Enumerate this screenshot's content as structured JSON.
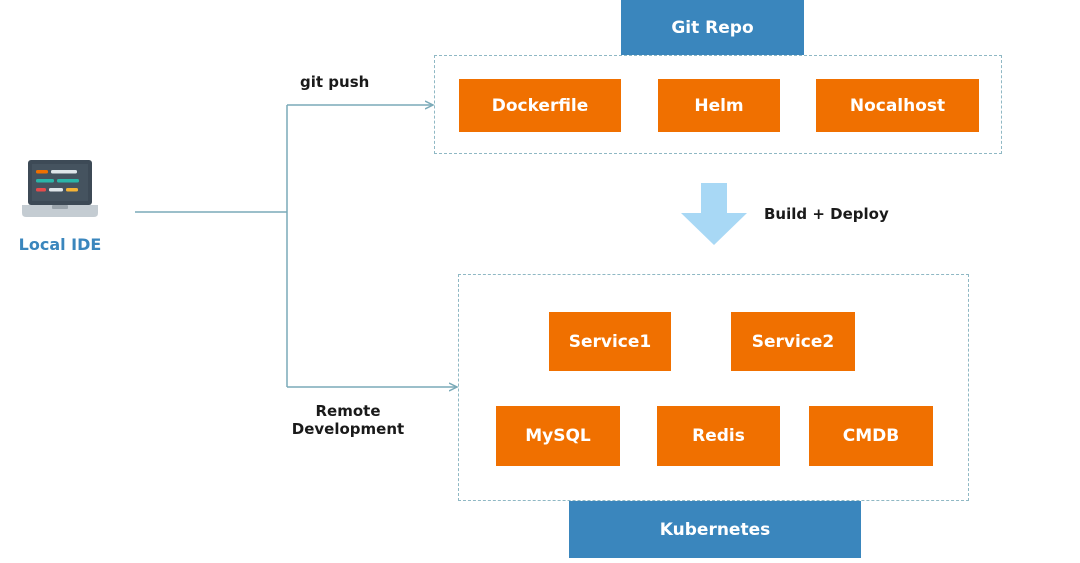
{
  "local_ide": {
    "label": "Local IDE",
    "icon": "laptop-code-icon"
  },
  "git_repo": {
    "title": "Git Repo",
    "items": [
      "Dockerfile",
      "Helm",
      "Nocalhost"
    ]
  },
  "kubernetes": {
    "title": "Kubernetes",
    "services_row": [
      "Service1",
      "Service2"
    ],
    "data_row": [
      "MySQL",
      "Redis",
      "CMDB"
    ]
  },
  "edges": {
    "git_push": "git push",
    "remote_line1": "Remote",
    "remote_line2": "Development",
    "build_deploy": "Build + Deploy"
  },
  "colors": {
    "component": "#f07000",
    "header": "#3a86bd",
    "connector": "#7aaab8",
    "deploy_arrow": "#a8d8f5"
  }
}
